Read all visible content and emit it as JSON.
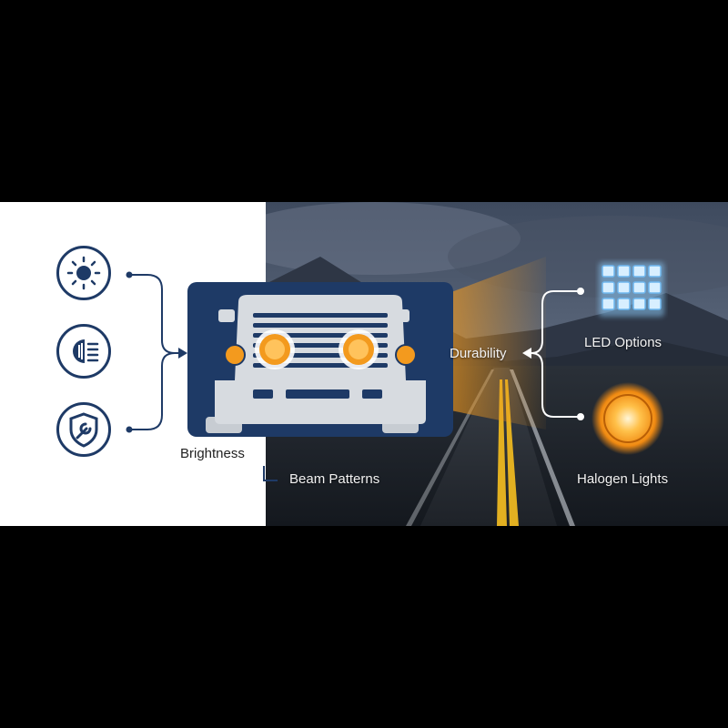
{
  "labels": {
    "brightness": "Brightness",
    "beam_patterns": "Beam Patterns",
    "durability": "Durability",
    "led_options": "LED Options",
    "halogen_lights": "Halogen Lights"
  },
  "icons": [
    "sun-icon",
    "headlight-beam-icon",
    "shield-wrench-icon",
    "led-grid-icon",
    "halogen-bulb-icon",
    "truck-front-icon"
  ],
  "colors": {
    "navy": "#1e3a66",
    "amber": "#f39a1e",
    "led_blue": "#8fd0ff",
    "road_line": "#e2b021"
  }
}
